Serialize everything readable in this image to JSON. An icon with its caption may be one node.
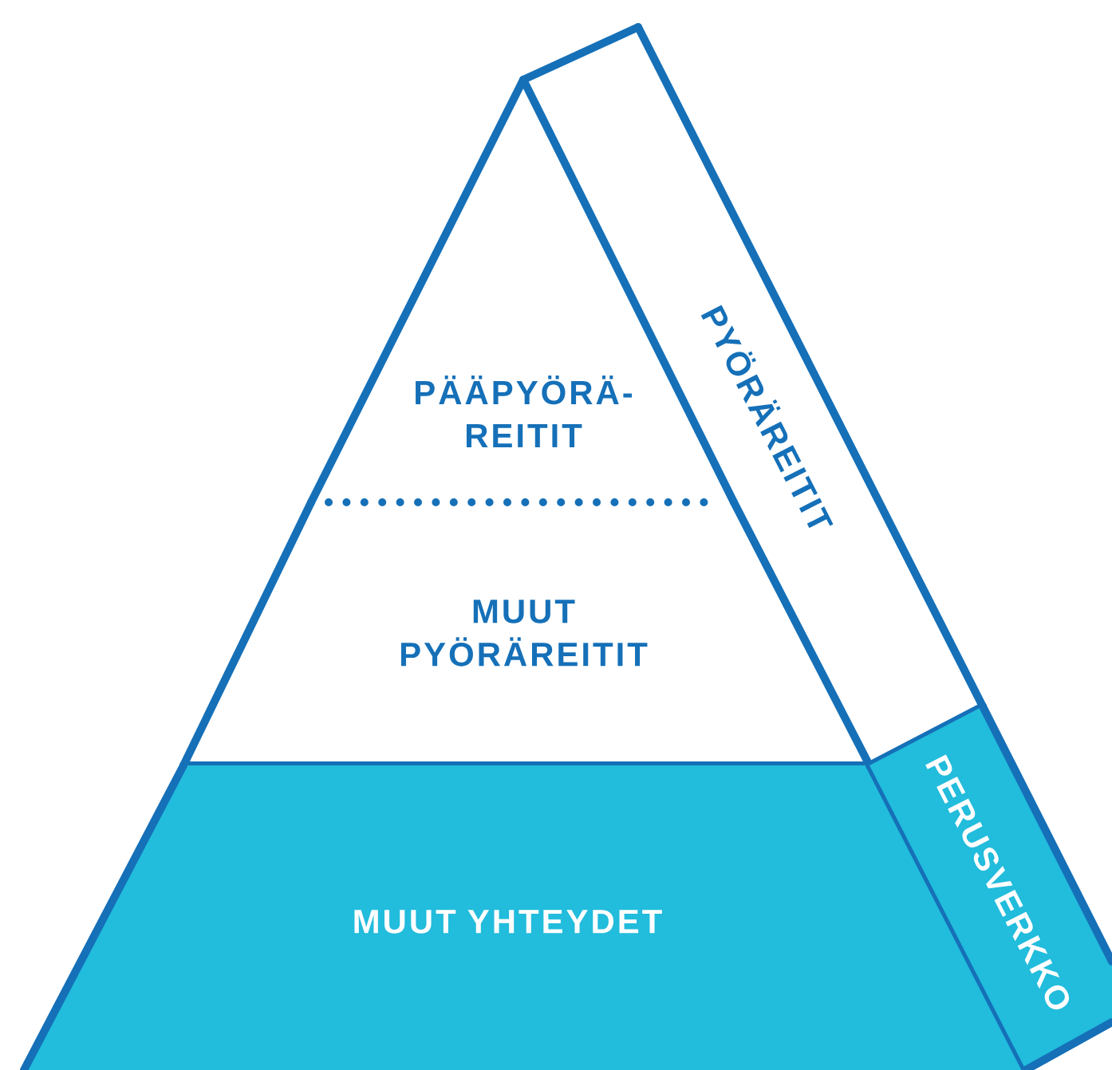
{
  "diagram": {
    "nodes": [
      {
        "text": [
          "PÄÄPYÖRÄ-REITIT"
        ]
      },
      {
        "text": [
          "MUUT PYÖRÄREITIT"
        ]
      },
      {
        "text": [
          "MUUT YHTEYDET"
        ]
      },
      {
        "text": [
          "PYÖRÄREITIT"
        ]
      },
      {
        "text": [
          "PERUSVERKKO"
        ]
      }
    ]
  }
}
